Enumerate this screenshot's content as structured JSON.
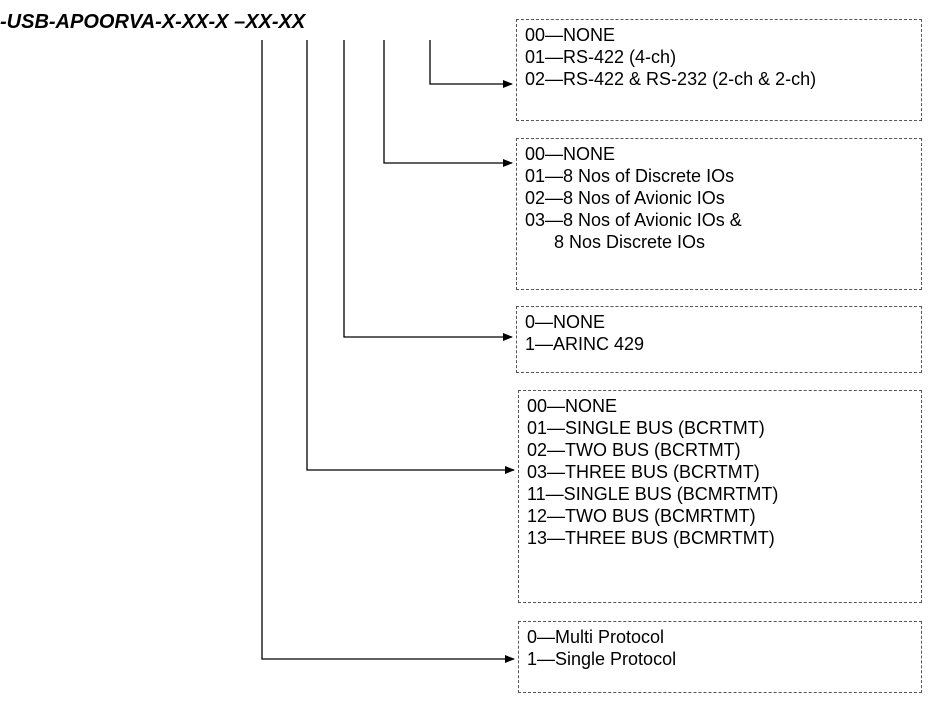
{
  "part_number": "-USB-APOORVA-X-XX-X –XX-XX",
  "colors": {
    "line": "#000000",
    "box_border": "#555555",
    "text": "#000000"
  },
  "boxes": {
    "serial": {
      "options": [
        "00—NONE",
        "01—RS-422 (4-ch)",
        "02—RS-422 & RS-232 (2-ch & 2-ch)"
      ]
    },
    "discrete": {
      "options": [
        "00—NONE",
        "01—8 Nos of Discrete IOs",
        "02—8 Nos of Avionic IOs",
        "03—8 Nos of Avionic IOs &",
        "8 Nos Discrete IOs"
      ]
    },
    "arinc": {
      "options": [
        "0—NONE",
        "1—ARINC 429"
      ]
    },
    "milstd": {
      "options": [
        "00—NONE",
        "01—SINGLE BUS (BCRTMT)",
        "02—TWO BUS (BCRTMT)",
        "03—THREE BUS (BCRTMT)",
        "11—SINGLE BUS (BCMRTMT)",
        "12—TWO BUS (BCMRTMT)",
        "13—THREE BUS (BCMRTMT)"
      ]
    },
    "protocol": {
      "options": [
        "0—Multi Protocol",
        "1—Single Protocol"
      ]
    }
  }
}
